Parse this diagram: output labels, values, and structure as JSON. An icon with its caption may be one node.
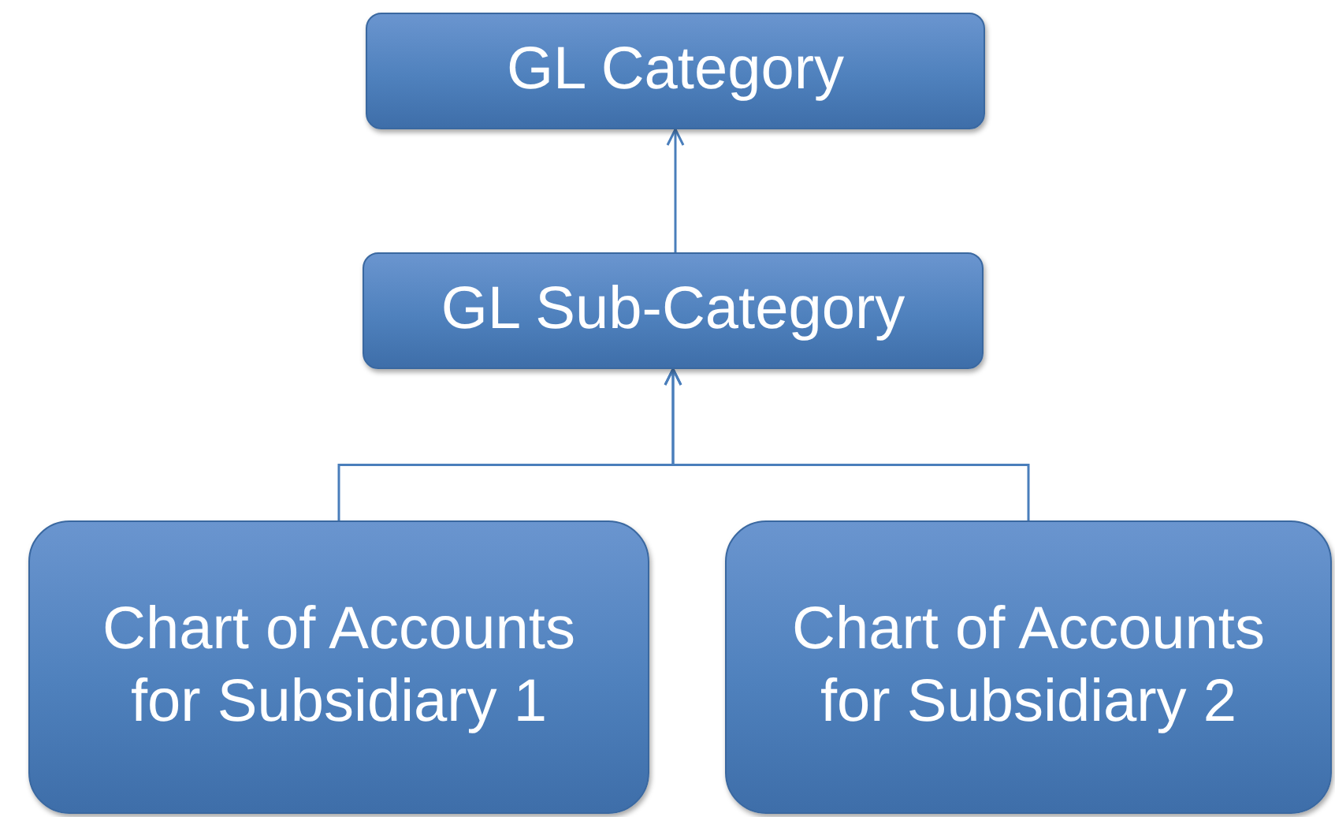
{
  "diagram": {
    "nodes": [
      {
        "text": [
          "GL Category"
        ]
      },
      {
        "text": [
          "GL Sub-Category"
        ]
      },
      {
        "text": [
          "Chart of Accounts for Subsidiary 1"
        ]
      },
      {
        "text": [
          "Chart of Accounts for Subsidiary 2"
        ]
      }
    ],
    "edges": [
      {
        "from": 1,
        "to": 0,
        "arrow": "to"
      },
      {
        "from": 2,
        "to": 1,
        "arrow": "to"
      },
      {
        "from": 3,
        "to": 1,
        "arrow": "to"
      }
    ]
  }
}
